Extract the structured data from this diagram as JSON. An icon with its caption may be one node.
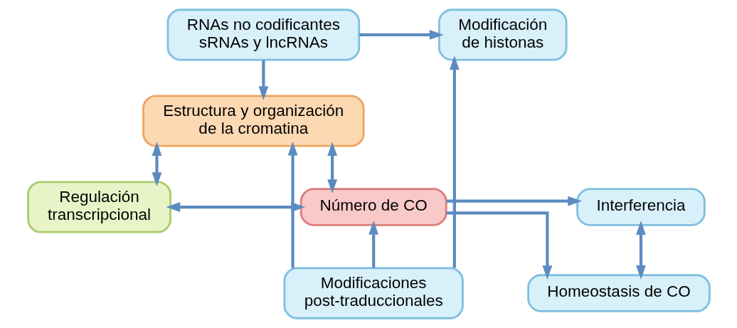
{
  "diagram": {
    "nodes": [
      {
        "text": [
          "Modificación de histonas"
        ]
      },
      {
        "text": [
          "RNAs no codificantes sRNAs y lncRNAs"
        ]
      },
      {
        "text": [
          "Estructura y organización de la cromatina"
        ]
      },
      {
        "text": [
          "Regulación transcripcional"
        ]
      },
      {
        "text": [
          "Número de CO"
        ]
      },
      {
        "text": [
          "Interferencia"
        ]
      },
      {
        "text": [
          "Homeostasis de CO"
        ]
      },
      {
        "text": [
          "Modificaciones post-traduccionales"
        ]
      }
    ],
    "edges": [
      {
        "from": 1,
        "to": 0,
        "arrow": "to"
      },
      {
        "from": 1,
        "to": 2,
        "arrow": "to"
      },
      {
        "from": 7,
        "to": 0,
        "arrow": "to"
      },
      {
        "from": 7,
        "to": 2,
        "arrow": "to"
      },
      {
        "from": 2,
        "to": 3,
        "arrow": "both"
      },
      {
        "from": 2,
        "to": 4,
        "arrow": "both"
      },
      {
        "from": 3,
        "to": 4,
        "arrow": "both"
      },
      {
        "from": 7,
        "to": 4,
        "arrow": "to"
      },
      {
        "from": 4,
        "to": 5,
        "arrow": "to"
      },
      {
        "from": 4,
        "to": 6,
        "arrow": "to"
      },
      {
        "from": 5,
        "to": 6,
        "arrow": "both"
      }
    ]
  }
}
